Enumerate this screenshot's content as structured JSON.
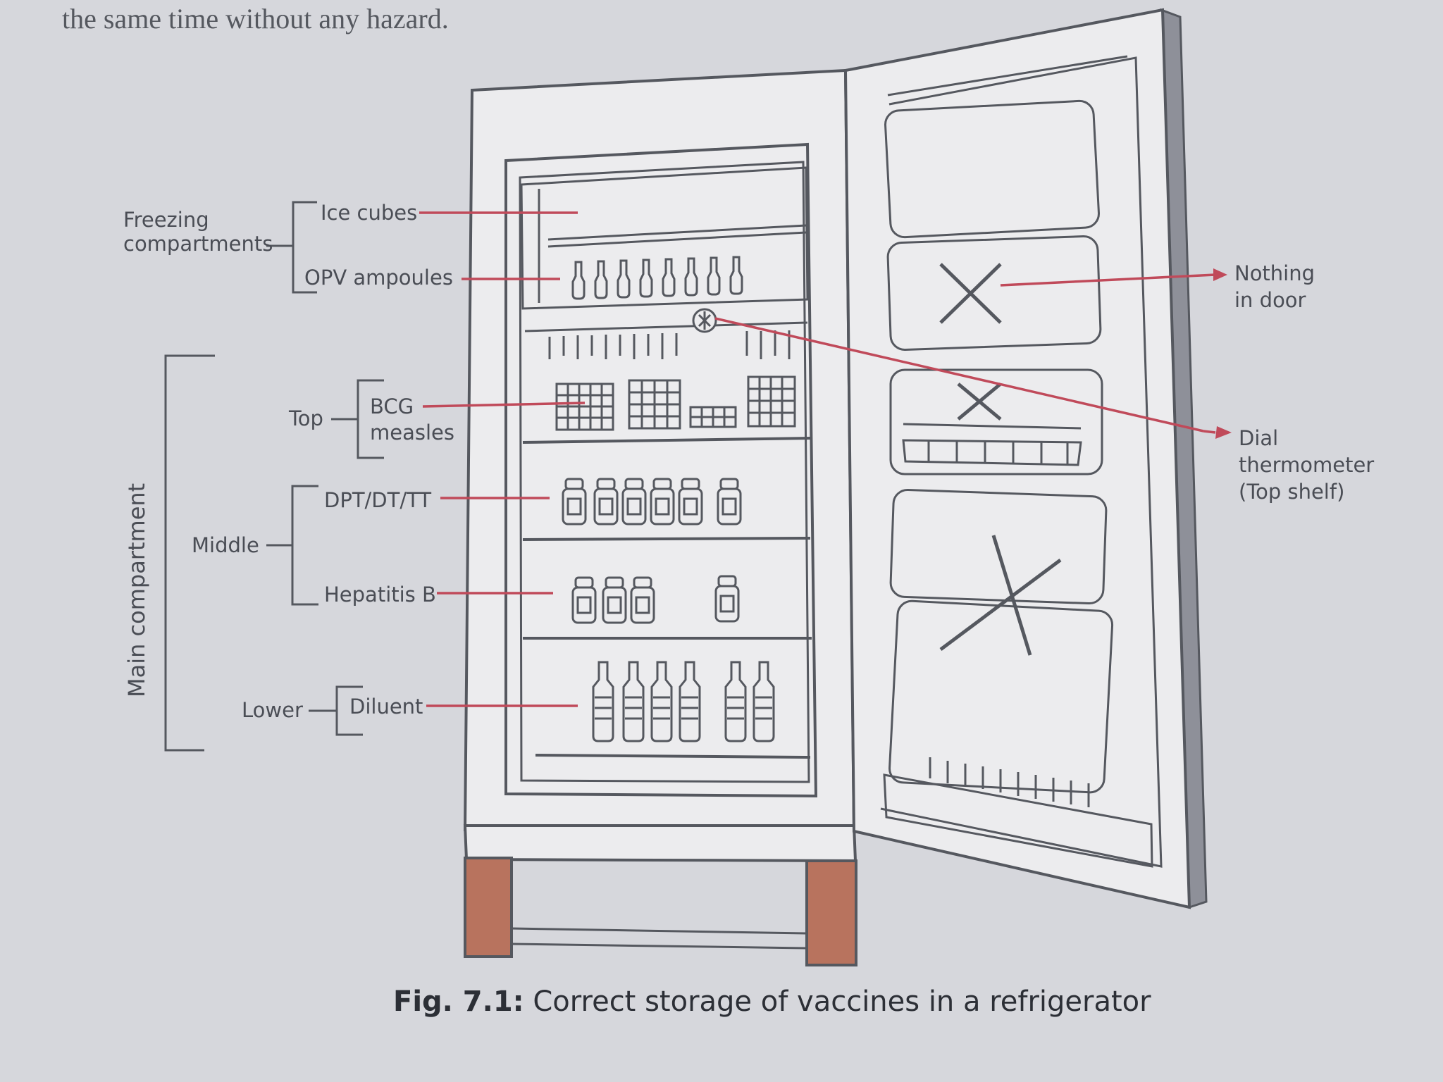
{
  "header_text": "the same time without any hazard.",
  "labels": {
    "freezing_line1": "Freezing",
    "freezing_line2": "compartments",
    "ice_cubes": "Ice cubes",
    "opv_ampoules": "OPV ampoules",
    "main_compartment": "Main compartment",
    "top": "Top",
    "bcg": "BCG",
    "measles": "measles",
    "middle": "Middle",
    "dpt": "DPT/DT/TT",
    "hepatitis_b": "Hepatitis B",
    "lower": "Lower",
    "diluent": "Diluent",
    "nothing_line1": "Nothing",
    "nothing_line2": "in door",
    "dial_line1": "Dial",
    "dial_line2": "thermometer",
    "dial_line3": "(Top shelf)"
  },
  "caption": {
    "prefix": "Fig. 7.1:",
    "text": " Correct storage of vaccines in a refrigerator"
  },
  "colors": {
    "background": "#d6d7dc",
    "lines": "#55585f",
    "leader_red": "#c04a5a",
    "legs": "#b8735e"
  }
}
